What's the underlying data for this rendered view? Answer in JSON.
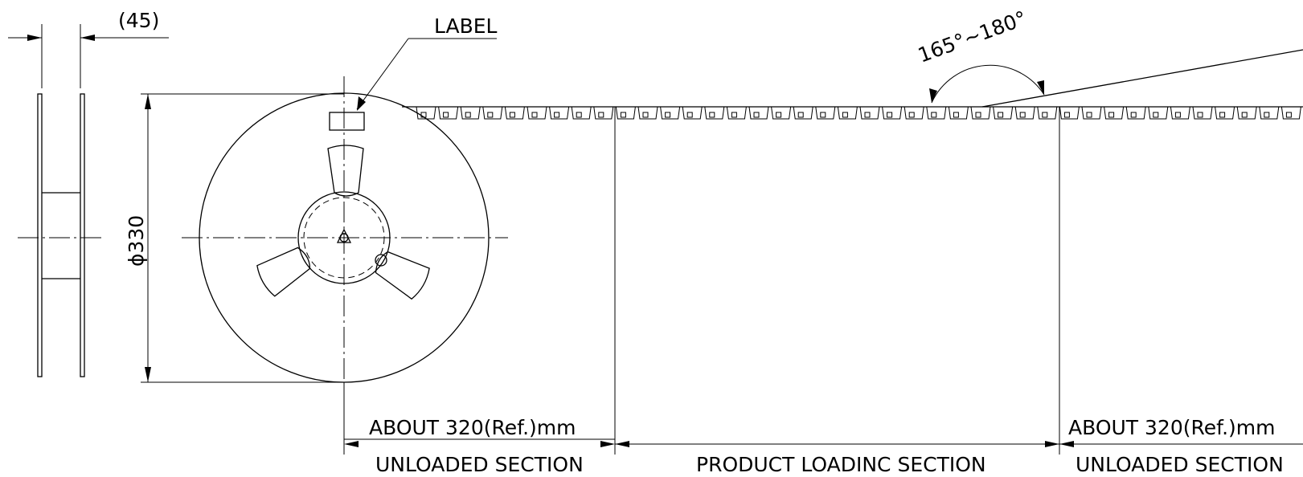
{
  "labels": {
    "side_width": "(45)",
    "label": "LABEL",
    "diameter": "ϕ330",
    "angle": "165°~180°",
    "left_length": "ABOUT 320(Ref.)mm",
    "right_length": "ABOUT 320(Ref.)mm",
    "left_section": "UNLOADED SECTION",
    "middle_section": "PRODUCT LOADINC SECTION",
    "right_section": "UNLOADED SECTION"
  }
}
